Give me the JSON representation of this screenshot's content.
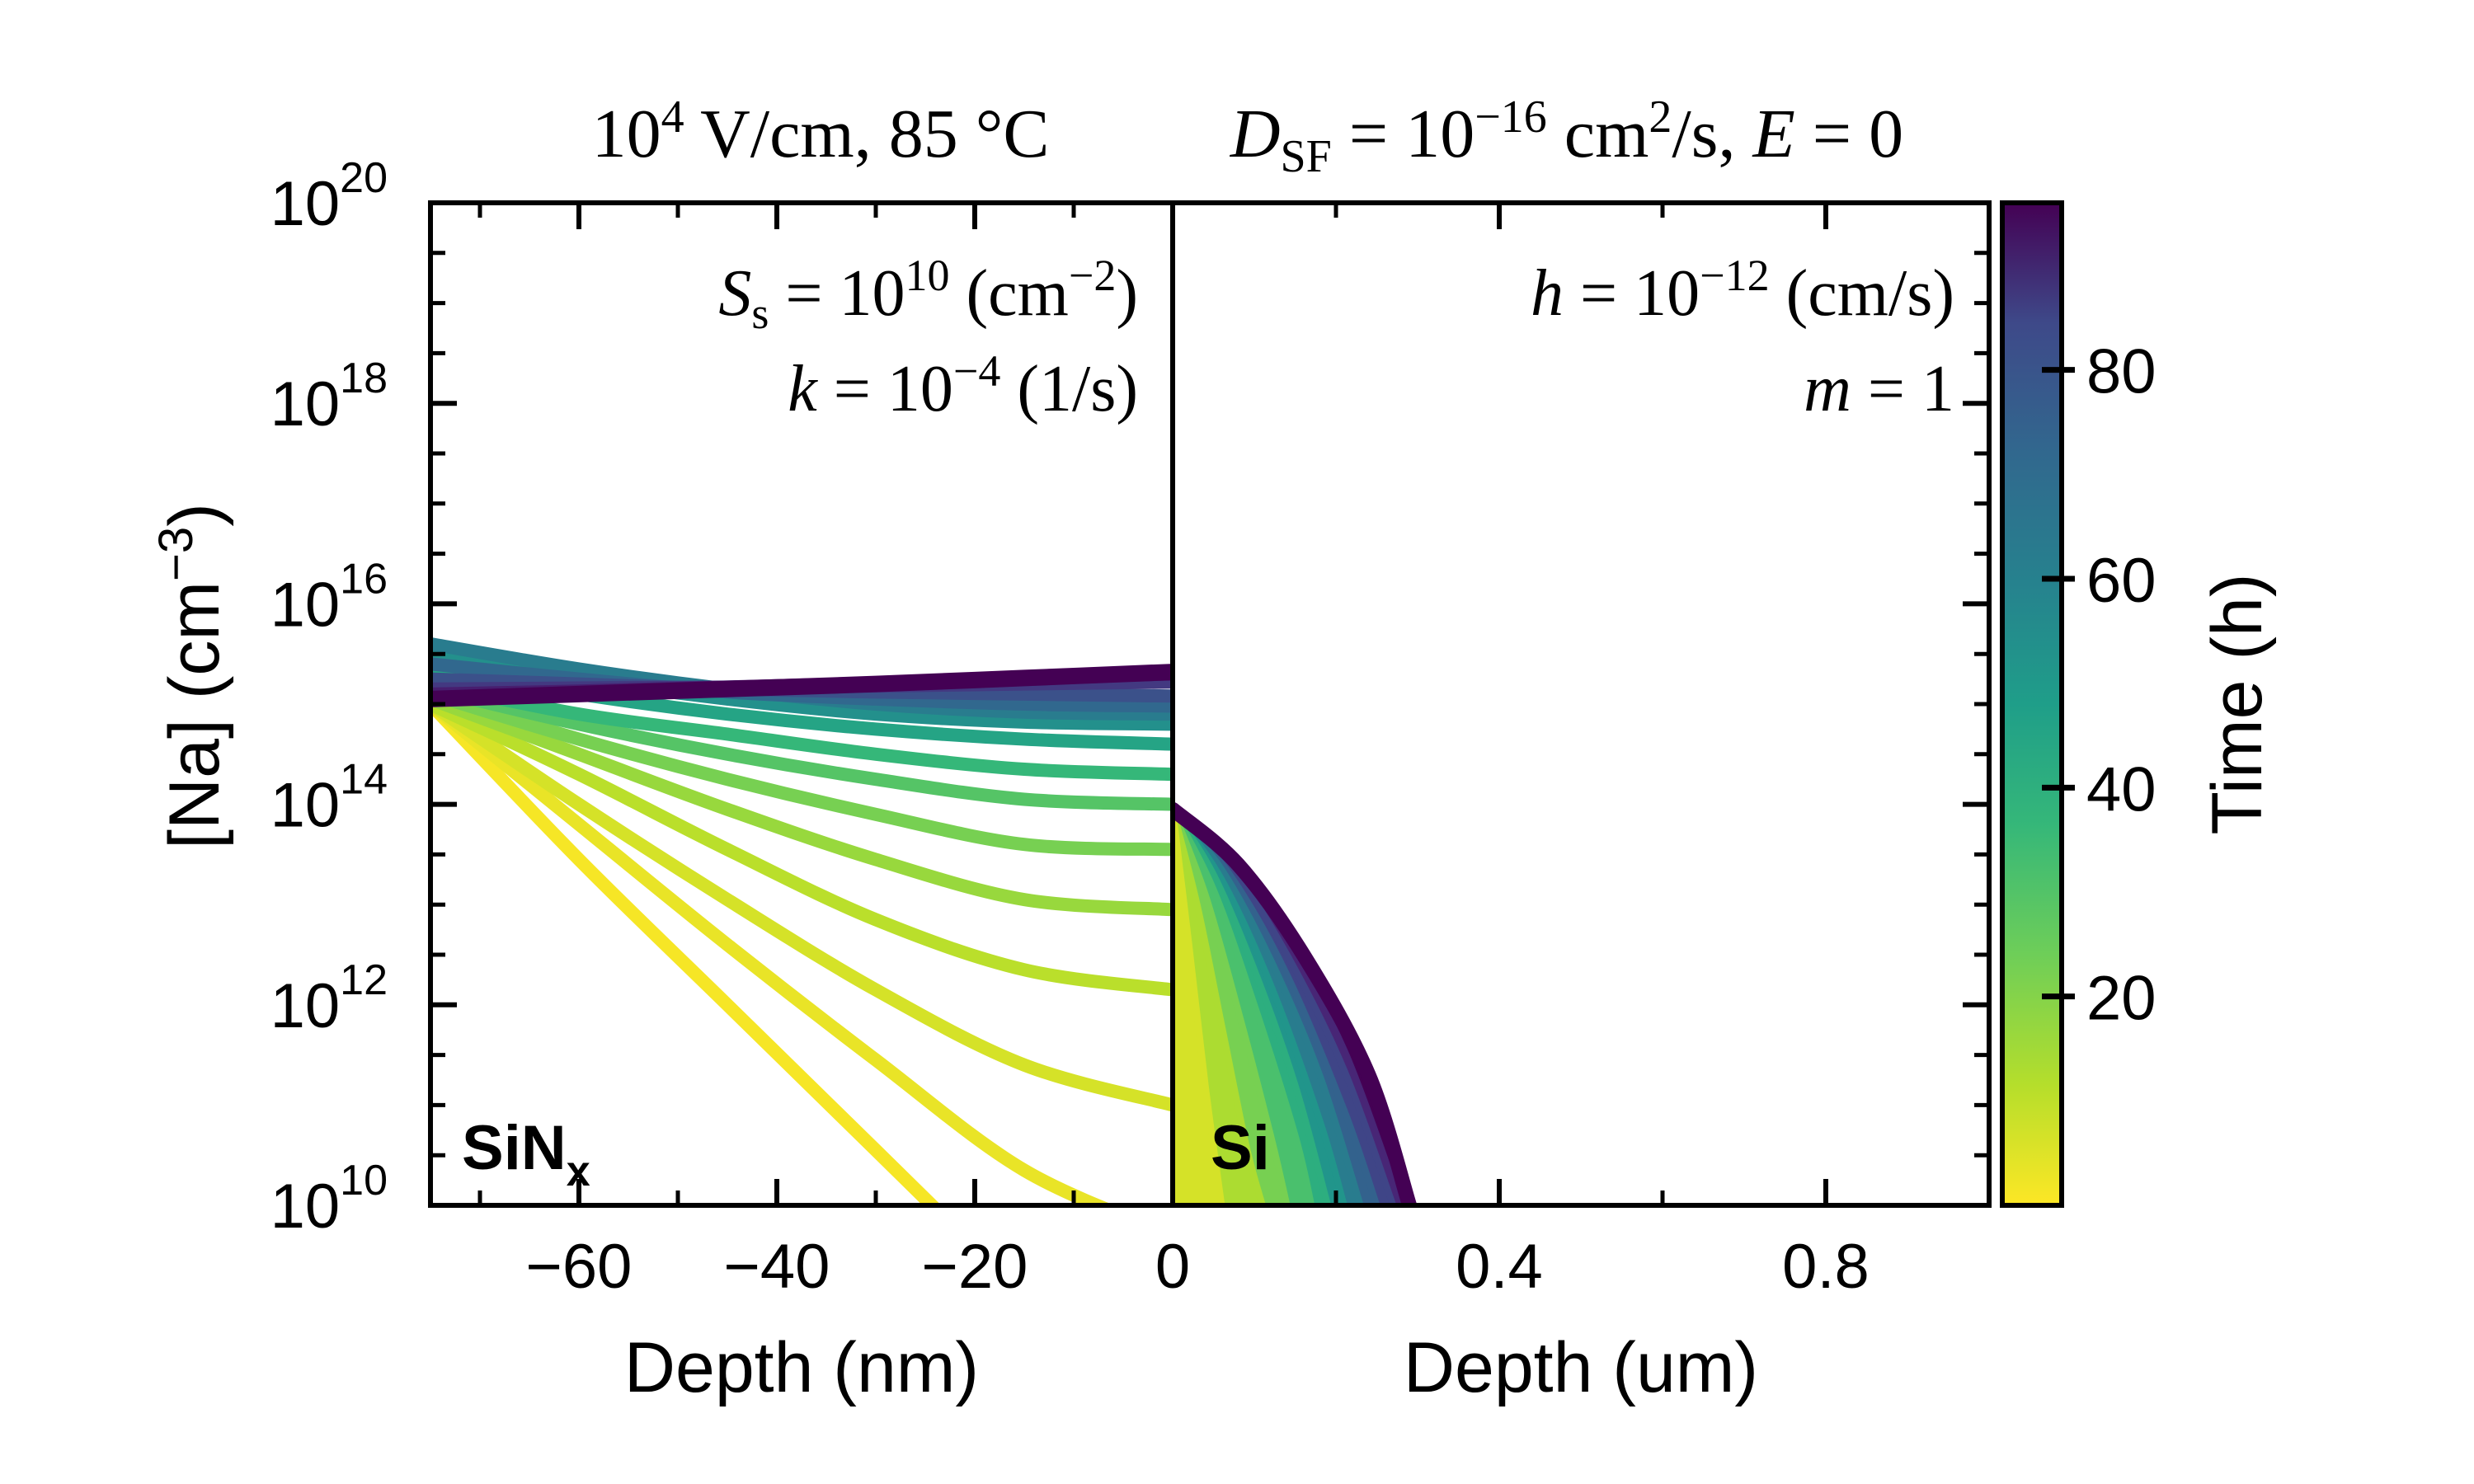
{
  "headers": {
    "left": {
      "power_base": "10",
      "power_exp": "4",
      "rest": " V/cm, 85 °C"
    },
    "right": {
      "d_sym": "D",
      "d_sub": "SF",
      "eq": " = 10",
      "d_exp": "−16",
      "unit": " cm",
      "unit_exp": "2",
      "unit_rest": "/s, ",
      "e_sym": "E",
      "e_rest": " = 0"
    }
  },
  "annotations": {
    "ss": {
      "sym": "S",
      "sub": "s",
      "eq": " = 10",
      "exp": "10",
      "unit": " (cm",
      "unit_exp": "−2",
      "close": ")"
    },
    "k": {
      "sym": "k",
      "eq": " = 10",
      "exp": "−4",
      "unit": " (1/s)"
    },
    "h": {
      "sym": "h",
      "eq": " = 10",
      "exp": "−12",
      "unit": " (cm/s)"
    },
    "m": {
      "sym": "m",
      "eq": " = 1"
    },
    "region_left": {
      "main": "SiN",
      "sub": "x"
    },
    "region_right": "Si"
  },
  "y_axis": {
    "title": "[Na] (cm",
    "title_exp": "−3",
    "title_close": ")",
    "tick_base": "10",
    "ticks": [
      {
        "exp": "10",
        "value": 10
      },
      {
        "exp": "12",
        "value": 12
      },
      {
        "exp": "14",
        "value": 14
      },
      {
        "exp": "16",
        "value": 16
      },
      {
        "exp": "18",
        "value": 18
      },
      {
        "exp": "20",
        "value": 20
      }
    ]
  },
  "x_axis_left": {
    "title": "Depth (nm)",
    "ticks": [
      {
        "label": "−60",
        "value": -60
      },
      {
        "label": "−40",
        "value": -40
      },
      {
        "label": "−20",
        "value": -20
      },
      {
        "label": "0",
        "value": 0
      }
    ]
  },
  "x_axis_right": {
    "title": "Depth (um)",
    "ticks": [
      {
        "label": "0.4",
        "value": 0.4
      },
      {
        "label": "0.8",
        "value": 0.8
      }
    ]
  },
  "colorbar": {
    "label": "Time (h)",
    "ticks": [
      {
        "label": "20",
        "value": 20
      },
      {
        "label": "40",
        "value": 40
      },
      {
        "label": "60",
        "value": 60
      },
      {
        "label": "80",
        "value": 80
      }
    ],
    "min": 0,
    "max": 96,
    "colormap": "viridis"
  },
  "chart_data": [
    {
      "type": "line",
      "panel": "left",
      "title": "",
      "xlabel": "Depth (nm)",
      "ylabel": "[Na] (cm−3)",
      "xlim": [
        -75,
        0
      ],
      "ylim_log10": [
        10,
        20
      ],
      "y_scale": "log",
      "grid": false,
      "series": [
        {
          "time_h": 1,
          "x": [
            -75,
            -60,
            -45,
            -30,
            -15,
            0
          ],
          "log10_y": [
            15.0,
            13.45,
            12.0,
            10.55,
            9.1,
            7.7
          ]
        },
        {
          "time_h": 3,
          "x": [
            -75,
            -60,
            -45,
            -30,
            -15,
            0
          ],
          "log10_y": [
            15.0,
            13.8,
            12.6,
            11.45,
            10.35,
            9.7
          ]
        },
        {
          "time_h": 6,
          "x": [
            -75,
            -60,
            -45,
            -30,
            -15,
            0
          ],
          "log10_y": [
            15.0,
            14.0,
            13.05,
            12.15,
            11.4,
            11.0
          ]
        },
        {
          "time_h": 10,
          "x": [
            -75,
            -60,
            -45,
            -30,
            -15,
            0
          ],
          "log10_y": [
            15.0,
            14.3,
            13.55,
            12.85,
            12.35,
            12.15
          ]
        },
        {
          "time_h": 15,
          "x": [
            -75,
            -60,
            -45,
            -30,
            -15,
            0
          ],
          "log10_y": [
            15.05,
            14.5,
            13.95,
            13.45,
            13.05,
            12.95
          ]
        },
        {
          "time_h": 20,
          "x": [
            -75,
            -60,
            -45,
            -30,
            -15,
            0
          ],
          "log10_y": [
            15.1,
            14.65,
            14.25,
            13.9,
            13.6,
            13.55
          ]
        },
        {
          "time_h": 26,
          "x": [
            -75,
            -60,
            -45,
            -30,
            -15,
            0
          ],
          "log10_y": [
            15.15,
            14.8,
            14.5,
            14.25,
            14.05,
            14.0
          ]
        },
        {
          "time_h": 32,
          "x": [
            -75,
            -60,
            -45,
            -30,
            -15,
            0
          ],
          "log10_y": [
            15.2,
            14.9,
            14.7,
            14.5,
            14.35,
            14.3
          ]
        },
        {
          "time_h": 40,
          "x": [
            -75,
            -60,
            -45,
            -30,
            -15,
            0
          ],
          "log10_y": [
            15.35,
            15.1,
            14.9,
            14.75,
            14.65,
            14.6
          ]
        },
        {
          "time_h": 48,
          "x": [
            -75,
            -60,
            -45,
            -30,
            -15,
            0
          ],
          "log10_y": [
            15.5,
            15.25,
            15.05,
            14.9,
            14.82,
            14.8
          ]
        },
        {
          "time_h": 56,
          "x": [
            -75,
            -60,
            -45,
            -30,
            -15,
            0
          ],
          "log10_y": [
            15.6,
            15.35,
            15.15,
            15.0,
            14.92,
            14.9
          ]
        },
        {
          "time_h": 64,
          "x": [
            -75,
            -60,
            -45,
            -30,
            -15,
            0
          ],
          "log10_y": [
            15.4,
            15.25,
            15.12,
            15.05,
            15.0,
            14.98
          ]
        },
        {
          "time_h": 72,
          "x": [
            -75,
            -60,
            -45,
            -30,
            -15,
            0
          ],
          "log10_y": [
            15.25,
            15.2,
            15.15,
            15.12,
            15.1,
            15.08
          ]
        },
        {
          "time_h": 80,
          "x": [
            -75,
            -60,
            -45,
            -30,
            -15,
            0
          ],
          "log10_y": [
            15.15,
            15.16,
            15.17,
            15.18,
            15.2,
            15.22
          ]
        },
        {
          "time_h": 88,
          "x": [
            -75,
            -60,
            -45,
            -30,
            -15,
            0
          ],
          "log10_y": [
            15.1,
            15.13,
            15.17,
            15.21,
            15.26,
            15.3
          ]
        },
        {
          "time_h": 96,
          "x": [
            -75,
            -60,
            -45,
            -30,
            -15,
            0
          ],
          "log10_y": [
            15.05,
            15.1,
            15.15,
            15.2,
            15.26,
            15.32
          ]
        }
      ]
    },
    {
      "type": "area",
      "panel": "right",
      "title": "",
      "xlabel": "Depth (um)",
      "ylabel": "",
      "xlim": [
        0,
        1.0
      ],
      "ylim_log10": [
        10,
        20
      ],
      "y_scale": "log",
      "grid": false,
      "series": [
        {
          "time_h": 6,
          "x": [
            0,
            0.02,
            0.04,
            0.06
          ],
          "log10_y": [
            13.95,
            12.6,
            11.2,
            10.0
          ]
        },
        {
          "time_h": 12,
          "x": [
            0,
            0.03,
            0.06,
            0.09,
            0.11
          ],
          "log10_y": [
            13.95,
            13.0,
            11.8,
            10.6,
            10.0
          ]
        },
        {
          "time_h": 20,
          "x": [
            0,
            0.04,
            0.08,
            0.12,
            0.14
          ],
          "log10_y": [
            13.95,
            13.1,
            11.95,
            10.7,
            10.0
          ]
        },
        {
          "time_h": 28,
          "x": [
            0,
            0.05,
            0.1,
            0.15,
            0.17
          ],
          "log10_y": [
            13.95,
            13.15,
            12.0,
            10.7,
            10.0
          ]
        },
        {
          "time_h": 36,
          "x": [
            0,
            0.05,
            0.1,
            0.15,
            0.19
          ],
          "log10_y": [
            13.95,
            13.3,
            12.35,
            11.2,
            10.0
          ]
        },
        {
          "time_h": 46,
          "x": [
            0,
            0.06,
            0.12,
            0.18,
            0.21
          ],
          "log10_y": [
            13.95,
            13.25,
            12.2,
            10.85,
            10.0
          ]
        },
        {
          "time_h": 56,
          "x": [
            0,
            0.06,
            0.12,
            0.18,
            0.23
          ],
          "log10_y": [
            13.95,
            13.35,
            12.45,
            11.3,
            10.0
          ]
        },
        {
          "time_h": 66,
          "x": [
            0,
            0.07,
            0.14,
            0.21,
            0.25
          ],
          "log10_y": [
            13.95,
            13.3,
            12.3,
            10.95,
            10.0
          ]
        },
        {
          "time_h": 76,
          "x": [
            0,
            0.07,
            0.14,
            0.21,
            0.27
          ],
          "log10_y": [
            13.95,
            13.4,
            12.5,
            11.35,
            10.0
          ]
        },
        {
          "time_h": 86,
          "x": [
            0,
            0.07,
            0.14,
            0.21,
            0.28
          ],
          "log10_y": [
            13.95,
            13.45,
            12.6,
            11.55,
            10.0
          ]
        },
        {
          "time_h": 96,
          "x": [
            0,
            0.08,
            0.16,
            0.24,
            0.29
          ],
          "log10_y": [
            13.95,
            13.4,
            12.5,
            11.3,
            10.0
          ]
        }
      ]
    }
  ]
}
